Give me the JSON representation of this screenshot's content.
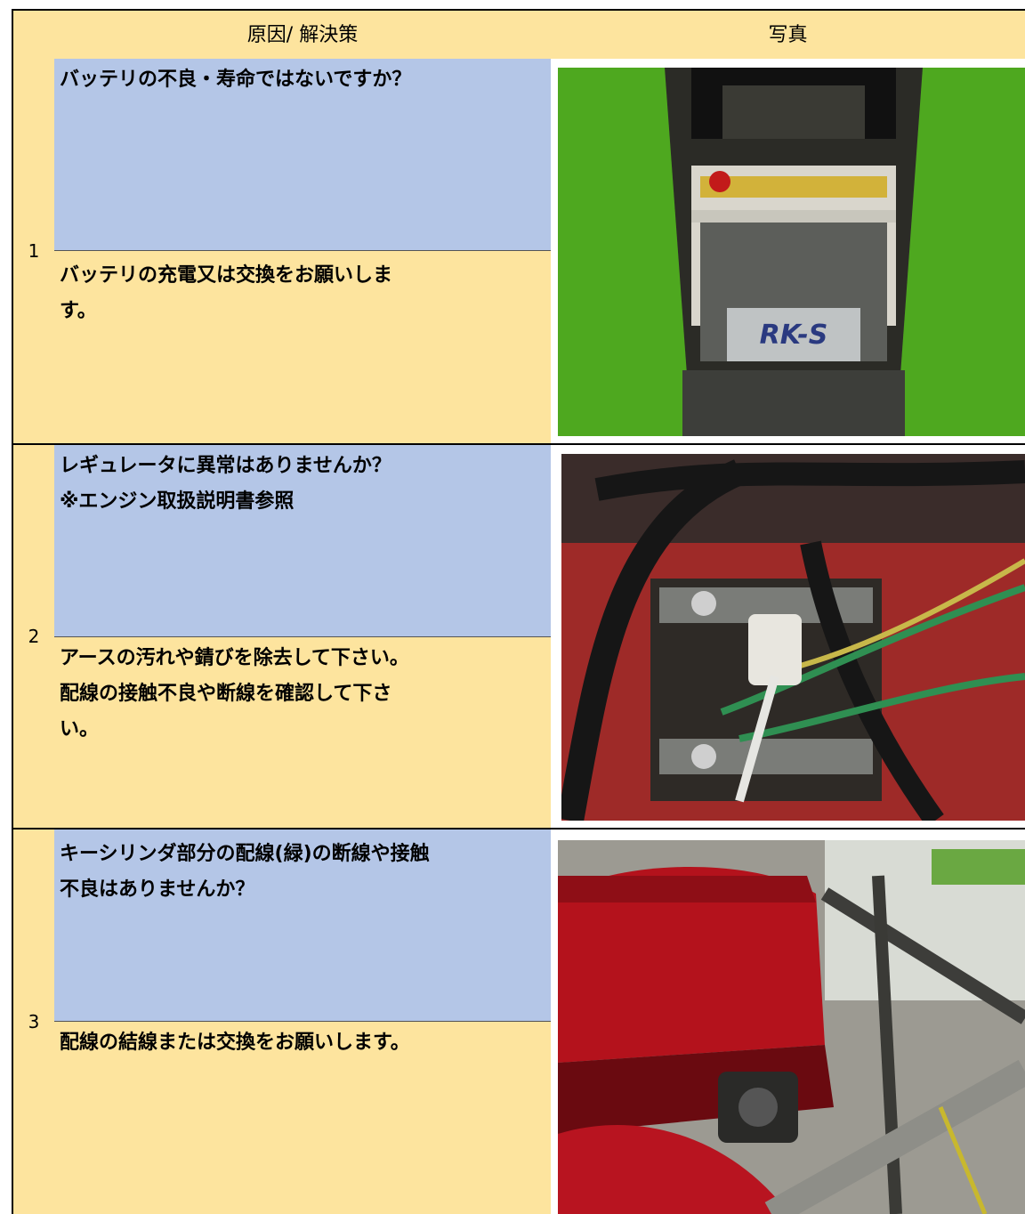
{
  "header": {
    "cause_solution": "原因/ 解決策",
    "photo": "写真"
  },
  "rows": [
    {
      "number": "1",
      "cause": [
        "バッテリの不良・寿命ではないですか？"
      ],
      "solution": [
        "バッテリの充電又は交換をお願いしま",
        "す。"
      ],
      "photo": {
        "subject": "battery",
        "label_text": "RK-S"
      }
    },
    {
      "number": "2",
      "cause": [
        "レギュレータに異常はありませんか？",
        "※エンジン取扱説明書参照"
      ],
      "solution": [
        "アースの汚れや錆びを除去して下さい。",
        "配線の接触不良や断線を確認して下さ",
        "い。"
      ],
      "photo": {
        "subject": "regulator-wiring"
      }
    },
    {
      "number": "3",
      "cause": [
        "キーシリンダ部分の配線(緑)の断線や接触",
        "不良はありませんか？"
      ],
      "solution": [
        "配線の結線または交換をお願いします。"
      ],
      "photo": {
        "subject": "key-cylinder-wiring"
      }
    }
  ],
  "colors": {
    "cause_background": "#b4c6e7",
    "solution_background": "#fde49e",
    "grid_lines": "#000000"
  }
}
